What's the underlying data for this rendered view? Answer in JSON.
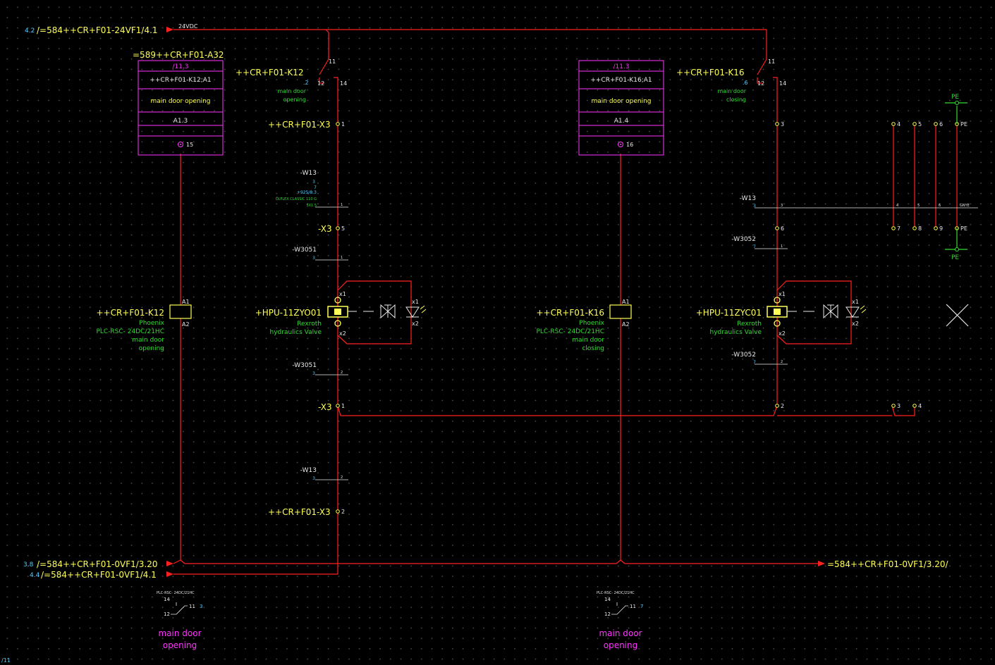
{
  "refs": {
    "in_24v": {
      "num": "4.2",
      "label": "/=584++CR+F01-24VF1/4.1",
      "tag": "24VDC"
    },
    "in_0v_a": {
      "num": "3.8",
      "label": "/=584++CR+F01-0VF1/3.20"
    },
    "in_0v_b": {
      "num": "4.4",
      "label": "/=584++CR+F01-0VF1/4.1"
    },
    "out_0v": {
      "label": "=584++CR+F01-0VF1/3.20/"
    },
    "page_ref": "/11"
  },
  "plc_a": {
    "title": "=589++CR+F01-A32",
    "rows": [
      "/11.3",
      "++CR+F01-K12;A1",
      "main door opening",
      "",
      "A1.3"
    ],
    "pin": "15"
  },
  "plc_b": {
    "rows": [
      "/11.3",
      "++CR+F01-K16;A1",
      "main door opening",
      "",
      "A1.4"
    ],
    "pin": "16"
  },
  "contact_a": {
    "tag": "++CR+F01-K12",
    "p11": "11",
    "p12": "12",
    "p14": "14",
    "ref": ".2",
    "desc1": "main door",
    "desc2": "opening"
  },
  "contact_b": {
    "tag": "++CR+F01-K16",
    "p11": "11",
    "p12": "12",
    "p14": "14",
    "ref": ".6",
    "desc1": "main door",
    "desc2": "closing"
  },
  "terminals": {
    "x3_top": "++CR+F01-X3",
    "x3_top_pin": "1",
    "x3_5": "-X3",
    "x3_5_pin": "5",
    "x3_1": "-X3",
    "x3_1_pin": "1",
    "x3_bot": "++CR+F01-X3",
    "x3_bot_pin": "2"
  },
  "cables_left": {
    "w13_a": "-W13",
    "w13_a_n1": "3",
    "w13_a_n2": "7",
    "w13_a_n3": "+925/8.3",
    "w13_a_n4": "ÖLFLEX CLASSIC 110 G",
    "w13_a_n5": "5X1.5",
    "w13_a_core": "1",
    "w3051_a": "-W3051",
    "w3051_a_n": "3",
    "w3051_a_core": "1",
    "w3051_b": "-W3051",
    "w3051_b_n": "3",
    "w3051_b_core": "2",
    "w13_b": "-W13",
    "w13_b_n": "3",
    "w13_b_core": "2"
  },
  "cables_right": {
    "w13": "-W13",
    "w13_n": "3",
    "w13_cores": [
      "3",
      "4",
      "5",
      "6"
    ],
    "w13_end": "GNYE",
    "w3052_a": "-W3052",
    "w3052_a_n": "7",
    "w3052_a_core": "1",
    "w3052_b": "-W3052",
    "w3052_b_n": "7",
    "w3052_b_core": "2"
  },
  "right_terms": {
    "t3": "3",
    "t6": "6",
    "t2": "2",
    "top": [
      "4",
      "5",
      "6",
      "PE"
    ],
    "mid": [
      "7",
      "8",
      "9",
      "PE"
    ],
    "bot": [
      "3",
      "4"
    ],
    "pe_top": "PE",
    "pe_bot": "PE"
  },
  "relay_a": {
    "tag": "++CR+F01-K12",
    "a1": "A1",
    "a2": "A2",
    "line1": "Phoenix",
    "line2": "PLC-RSC- 24DC/21HC",
    "line3": "main door",
    "line4": "opening"
  },
  "relay_b": {
    "tag": "++CR+F01-K16",
    "a1": "A1",
    "a2": "A2",
    "line1": "Phoenix",
    "line2": "PLC-RSC- 24DC/21HC",
    "line3": "main door",
    "line4": "closing"
  },
  "valve_a": {
    "tag": "+HPU-11ZYO01",
    "x1": "x1",
    "x2": "x2",
    "lx1": "x1",
    "lx2": "x2",
    "line1": "Rexroth",
    "line2": "hydraulics Valve"
  },
  "valve_b": {
    "tag": "+HPU-11ZYC01",
    "x1": "x1",
    "x2": "x2",
    "lx1": "x1",
    "lx2": "x2",
    "line1": "Rexroth",
    "line2": "hydraulics Valve"
  },
  "xref_a": {
    "type": "PLC-RSC- 24DC/21HC",
    "p14": "14",
    "p12": "12",
    "p11": "11",
    "page": "3",
    "desc1": "main door",
    "desc2": "opening"
  },
  "xref_b": {
    "type": "PLC-RSC- 24DC/21HC",
    "p14": "14",
    "p12": "12",
    "p11": "11",
    "page": "7",
    "desc1": "main door",
    "desc2": "opening"
  }
}
